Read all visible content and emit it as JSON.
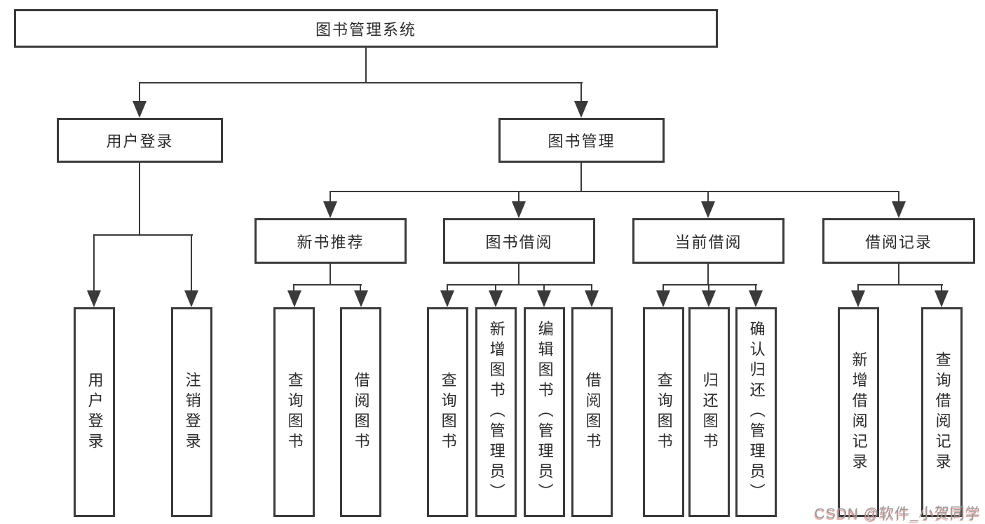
{
  "diagram": {
    "root": {
      "label": "图书管理系统"
    },
    "branches": [
      {
        "label": "用户登录",
        "children": [
          {
            "label": "用户登录"
          },
          {
            "label": "注销登录"
          }
        ]
      },
      {
        "label": "图书管理",
        "children": [
          {
            "label": "新书推荐",
            "children": [
              {
                "label": "查询图书"
              },
              {
                "label": "借阅图书"
              }
            ]
          },
          {
            "label": "图书借阅",
            "children": [
              {
                "label": "查询图书"
              },
              {
                "label": "新增图书（管理员）"
              },
              {
                "label": "编辑图书（管理员）"
              },
              {
                "label": "借阅图书"
              }
            ]
          },
          {
            "label": "当前借阅",
            "children": [
              {
                "label": "查询图书"
              },
              {
                "label": "归还图书"
              },
              {
                "label": "确认归还（管理员）"
              }
            ]
          },
          {
            "label": "借阅记录",
            "children": [
              {
                "label": "新增借阅记录"
              },
              {
                "label": "查询借阅记录"
              }
            ]
          }
        ]
      }
    ]
  },
  "watermark": {
    "text": "CSDN @软件_小贺同学"
  },
  "colors": {
    "line": "#3a3a3a",
    "box_border": "#3a3a3a",
    "text": "#2b2b2b",
    "background": "#ffffff",
    "watermark": "#9b9b9b"
  }
}
